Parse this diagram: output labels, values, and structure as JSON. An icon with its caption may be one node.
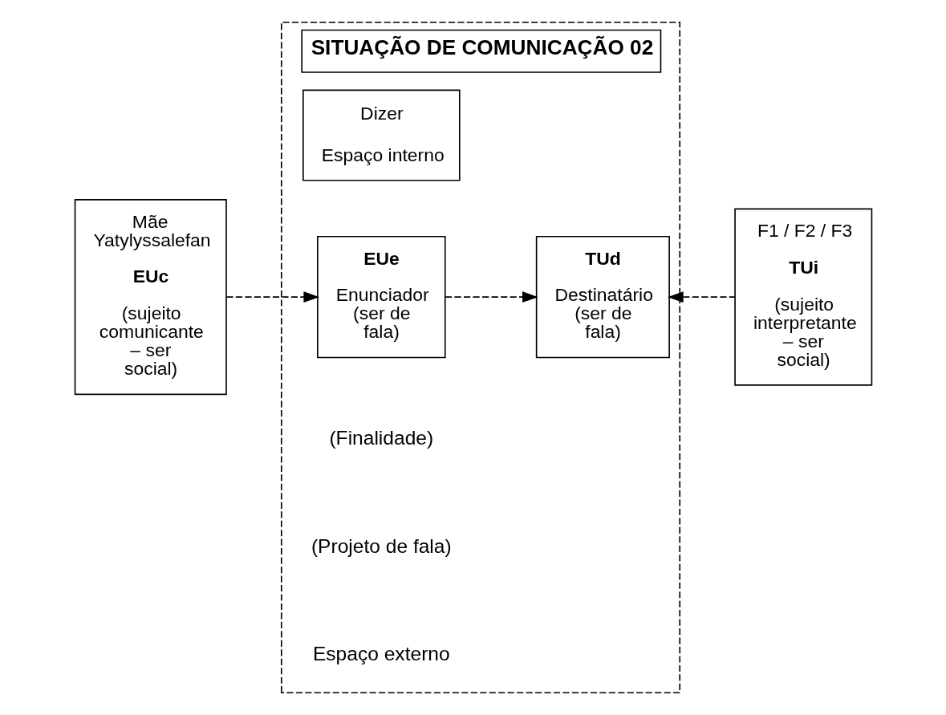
{
  "diagram": {
    "nodes": [
      {
        "text": [
          "SITUAÇÃO DE COMUNICAÇÃO 02"
        ]
      },
      {
        "text": [
          "Mãe Yatylyssalefan",
          "EUc",
          "(sujeito comunicante – ser social)"
        ]
      },
      {
        "text": [
          "Dizer",
          "Espaço interno"
        ],
        "in": 0
      },
      {
        "text": [
          "EUe",
          "Enunciador (ser de fala)"
        ],
        "in": 0
      },
      {
        "text": [
          "TUd",
          "Destinatário (ser de fala)"
        ],
        "in": 0
      },
      {
        "text": [
          "F1 / F2 / F3",
          "TUi",
          "(sujeito interpretante – ser social)"
        ]
      }
    ],
    "edges": [
      {
        "from": 1,
        "to": 3,
        "arrow": "to",
        "style": "dashed"
      },
      {
        "from": 5,
        "to": 4,
        "arrow": "to",
        "style": "dashed"
      },
      {
        "from": 3,
        "to": 4,
        "arrow": "to",
        "style": "dashed"
      }
    ],
    "labels": [
      "(Finalidade)",
      "(Projeto de fala)",
      "Espaço externo"
    ]
  }
}
